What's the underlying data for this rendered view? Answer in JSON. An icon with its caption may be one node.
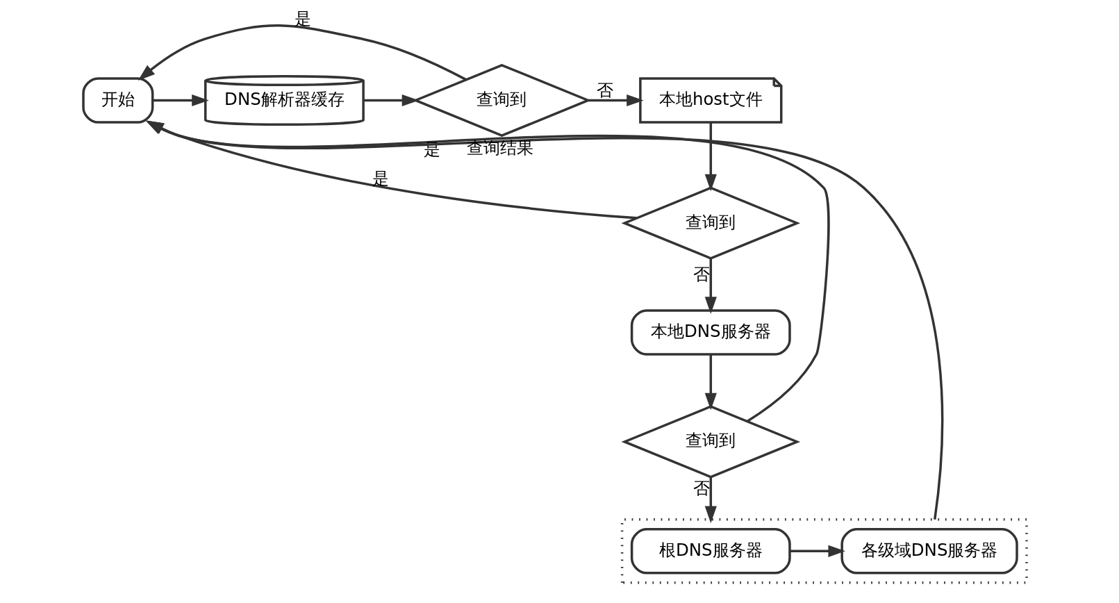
{
  "diagram": {
    "nodes": [
      {
        "text": [
          "开始"
        ]
      },
      {
        "text": [
          "DNS解析器缓存"
        ]
      },
      {
        "text": [
          "查询到"
        ]
      },
      {
        "text": [
          "本地host文件"
        ]
      },
      {
        "text": [
          "查询到"
        ]
      },
      {
        "text": [
          "本地DNS服务器"
        ]
      },
      {
        "text": [
          "查询到"
        ]
      },
      {
        "text": [],
        "shape": "box"
      },
      {
        "text": [
          "各级域DNS服务器"
        ],
        "in": 7
      },
      {
        "text": [
          "根DNS服务器"
        ],
        "in": 7
      }
    ],
    "edges": [
      {
        "from": 0,
        "to": 1,
        "arrow": "to"
      },
      {
        "from": 1,
        "to": 2,
        "arrow": "to"
      },
      {
        "from": 2,
        "to": 3,
        "arrow": "to",
        "label": "否"
      },
      {
        "from": 3,
        "to": 4,
        "arrow": "to"
      },
      {
        "from": 2,
        "to": 0,
        "arrow": "to",
        "label": "是"
      },
      {
        "from": 4,
        "to": 0,
        "arrow": "to",
        "label": "是"
      },
      {
        "from": 6,
        "to": 0,
        "arrow": "to",
        "label": "是"
      },
      {
        "from": 4,
        "to": 5,
        "arrow": "to",
        "label": "否"
      },
      {
        "from": 5,
        "to": 6,
        "arrow": "to"
      },
      {
        "from": 6,
        "to": 7,
        "arrow": "to",
        "label": "否"
      },
      {
        "from": 9,
        "to": 8,
        "arrow": "to"
      },
      {
        "from": 7,
        "to": 0,
        "arrow": "to",
        "label": "查询结果"
      }
    ]
  }
}
